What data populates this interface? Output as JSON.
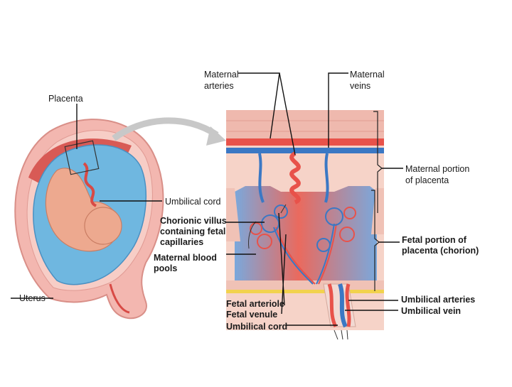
{
  "labels": {
    "placenta": "Placenta",
    "maternal_arteries_1": "Maternal",
    "maternal_arteries_2": "arteries",
    "maternal_veins_1": "Maternal",
    "maternal_veins_2": "veins",
    "maternal_portion_1": "Maternal portion",
    "maternal_portion_2": "of placenta",
    "umbilical_cord_left": "Umbilical cord",
    "chorionic_villus_1": "Chorionic villus",
    "chorionic_villus_2": "containing fetal",
    "chorionic_villus_3": "capillaries",
    "maternal_blood_pools_1": "Maternal blood",
    "maternal_blood_pools_2": "pools",
    "fetal_portion_1": "Fetal portion of",
    "fetal_portion_2": "placenta (chorion)",
    "uterus": "Uterus",
    "fetal_arteriole": "Fetal arteriole",
    "fetal_venule": "Fetal venule",
    "umbilical_cord_bottom": "Umbilical cord",
    "umbilical_arteries": "Umbilical arteries",
    "umbilical_vein": "Umbilical vein"
  },
  "colors": {
    "uterus_wall": "#f3b7b0",
    "amniotic_fluid": "#6fb7e0",
    "fetus": "#eda98f",
    "maternal_blood": "#e8524a",
    "fetal_vessel": "#3b78c4",
    "tissue": "#f6d3c8"
  }
}
